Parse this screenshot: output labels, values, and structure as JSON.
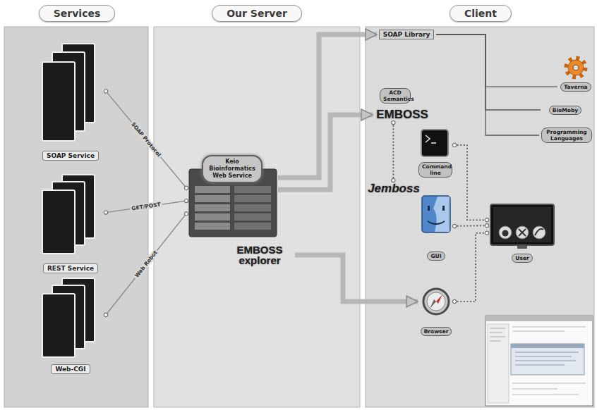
{
  "diagram": {
    "nodes": [
      {
        "text": [
          "Services"
        ]
      },
      {
        "text": [
          "SOAP Service"
        ],
        "in": 0
      },
      {
        "text": [
          "REST Service"
        ],
        "in": 0
      },
      {
        "text": [
          "Web-CGI"
        ],
        "in": 0
      },
      {
        "text": [
          "Our Server"
        ]
      },
      {
        "text": [
          "Keio Bioinformatics Web Service"
        ],
        "in": 4
      },
      {
        "text": [
          "EMBOSS explorer"
        ],
        "in": 4
      },
      {
        "text": [
          "Client"
        ]
      },
      {
        "text": [
          "SOAP Library"
        ],
        "in": 7
      },
      {
        "text": [
          "Taverna"
        ],
        "in": 7
      },
      {
        "text": [
          "BioMoby"
        ],
        "in": 7
      },
      {
        "text": [
          "Programming Languages"
        ],
        "in": 7
      },
      {
        "text": [
          "ACD Semantics"
        ],
        "in": 7
      },
      {
        "text": [
          "EMBOSS"
        ],
        "in": 7
      },
      {
        "text": [
          "Command line"
        ],
        "in": 7
      },
      {
        "text": [
          "Jemboss"
        ],
        "in": 7
      },
      {
        "text": [
          "GUI"
        ],
        "in": 7
      },
      {
        "text": [
          "User"
        ],
        "in": 7
      },
      {
        "text": [
          "Browser"
        ],
        "in": 7
      }
    ],
    "edges": [
      {
        "from": 1,
        "to": 5,
        "label": "SOAP Protocol",
        "arrow": "none"
      },
      {
        "from": 2,
        "to": 5,
        "label": "GET/POST",
        "arrow": "none"
      },
      {
        "from": 3,
        "to": 5,
        "label": "Web Robot",
        "arrow": "none"
      },
      {
        "from": 5,
        "to": 8,
        "arrow": "to"
      },
      {
        "from": 5,
        "to": 13,
        "arrow": "to"
      },
      {
        "from": 6,
        "to": 18,
        "arrow": "to"
      },
      {
        "from": 8,
        "to": 9,
        "arrow": "none"
      },
      {
        "from": 8,
        "to": 10,
        "arrow": "none"
      },
      {
        "from": 8,
        "to": 11,
        "arrow": "none"
      },
      {
        "from": 13,
        "to": 15,
        "arrow": "none"
      },
      {
        "from": 14,
        "to": 17,
        "arrow": "none"
      },
      {
        "from": 16,
        "to": 17,
        "arrow": "none"
      },
      {
        "from": 18,
        "to": 17,
        "arrow": "none"
      }
    ]
  }
}
